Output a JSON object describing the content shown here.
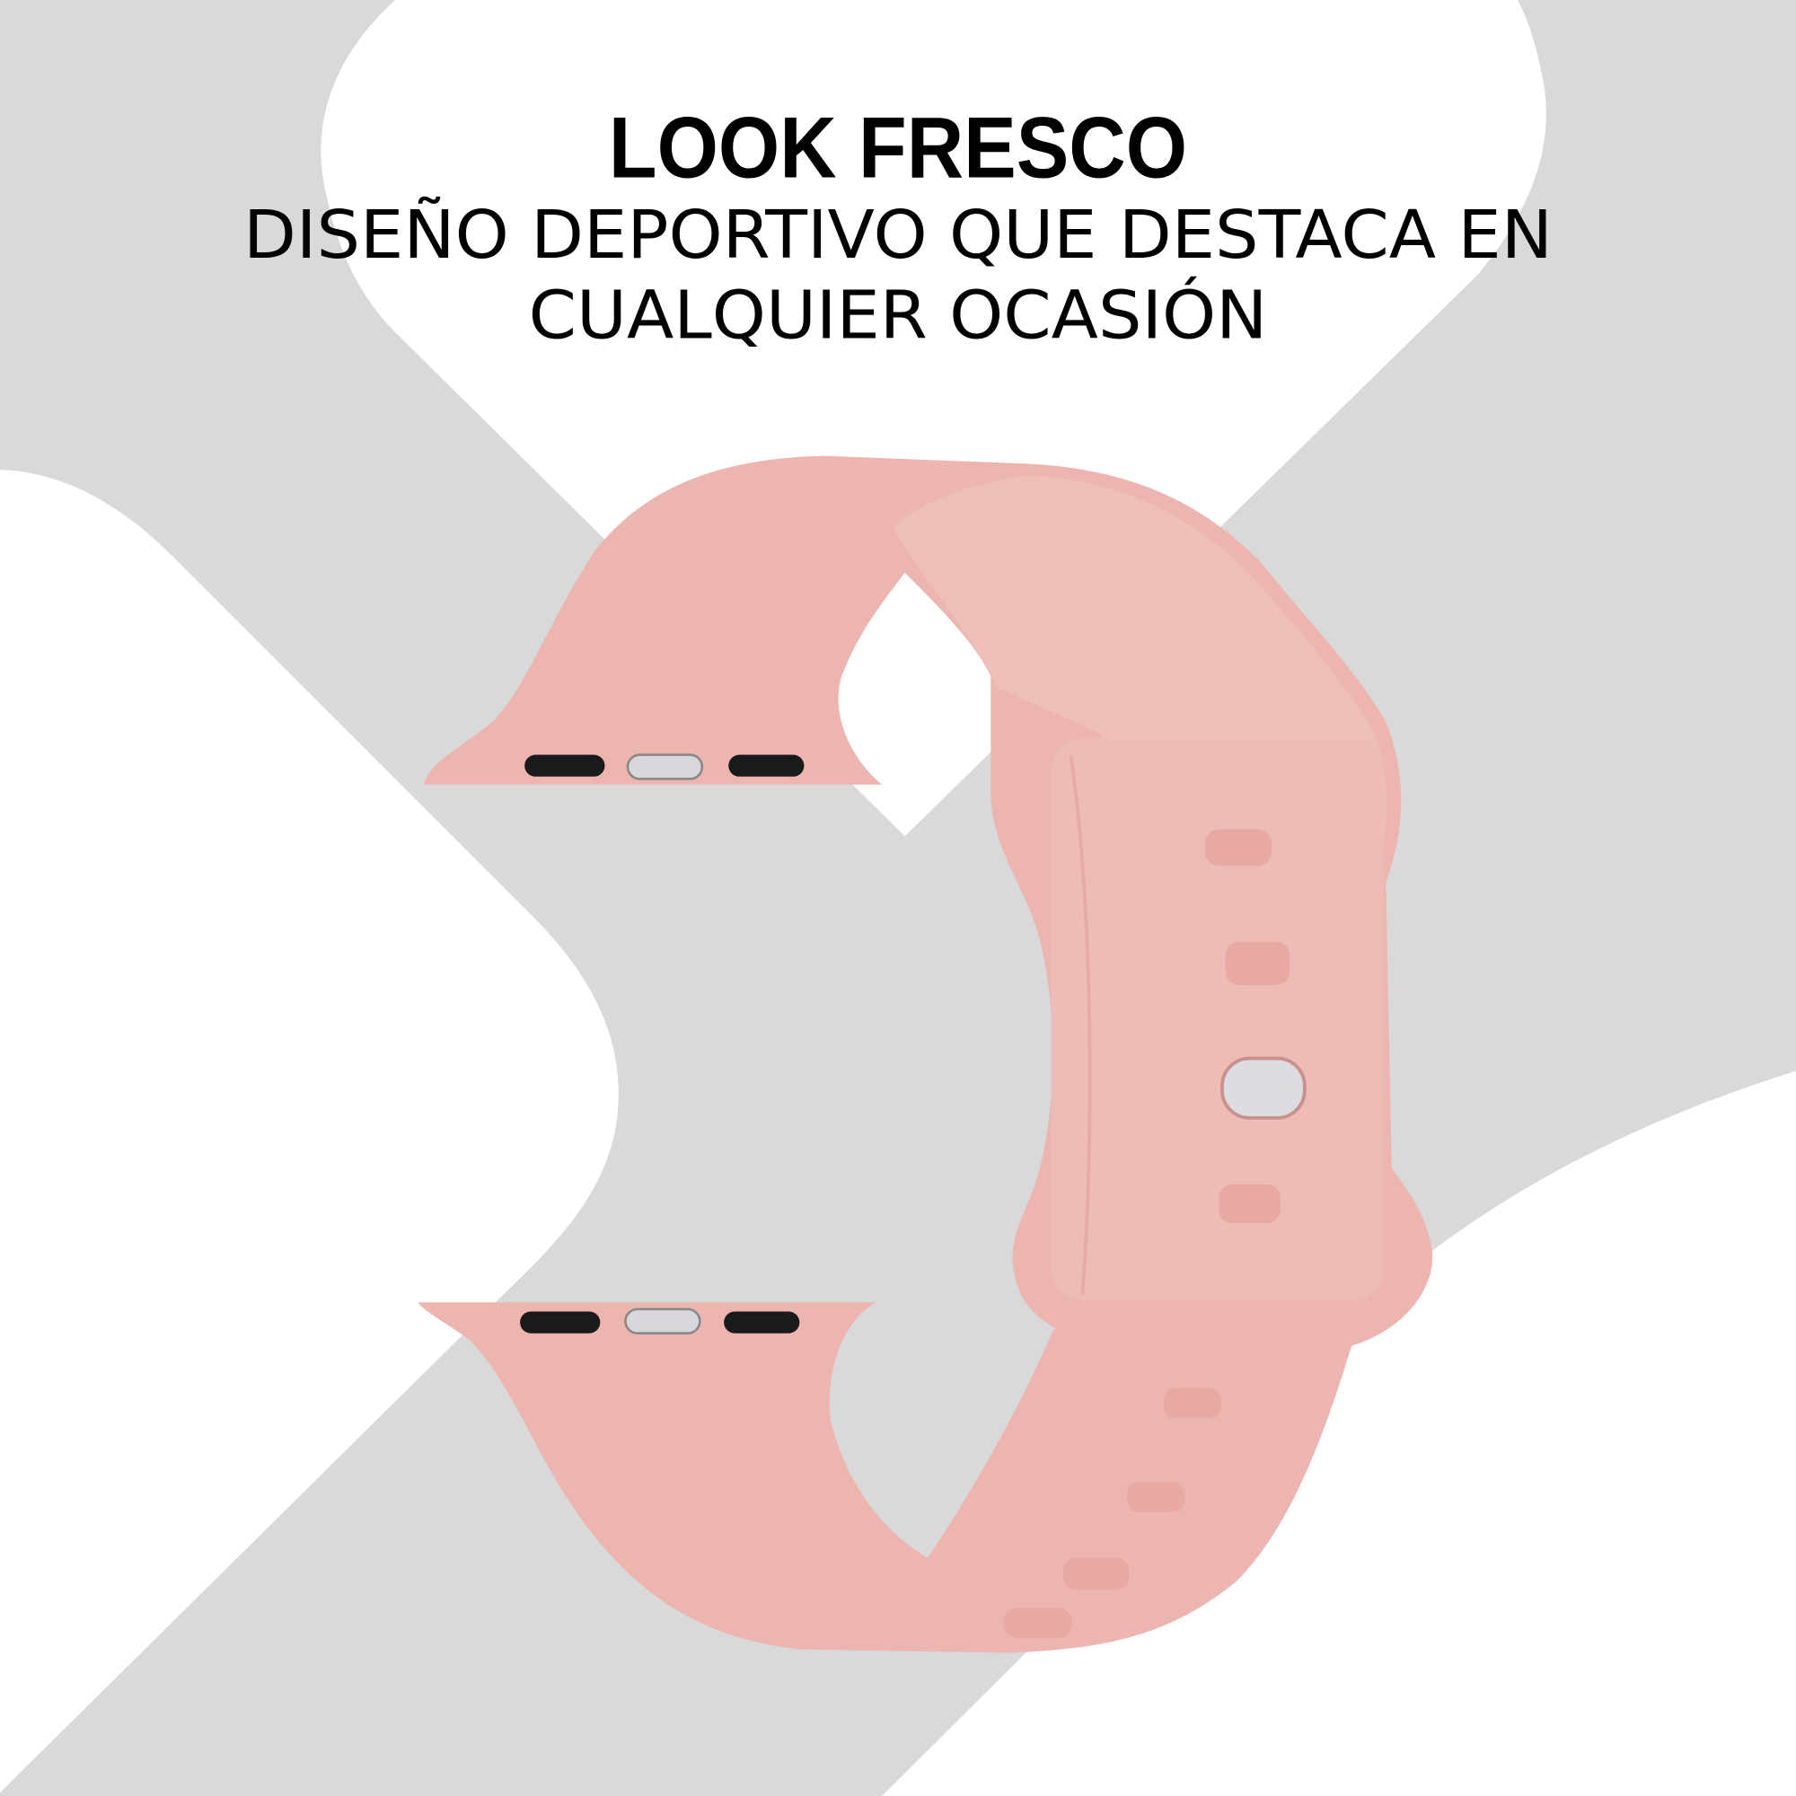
{
  "headline": {
    "title": "LOOK FRESCO",
    "subtitle_line1": "DISEÑO DEPORTIVO QUE DESTACA EN",
    "subtitle_line2": "CUALQUIER OCASIÓN"
  },
  "colors": {
    "background_gray": "#d9d9d9",
    "background_white": "#ffffff",
    "band_pink": "#ecb5b0",
    "band_light": "#efc2bd",
    "pin_black": "#1a1a1a",
    "pin_silver": "#d8d8dc"
  }
}
